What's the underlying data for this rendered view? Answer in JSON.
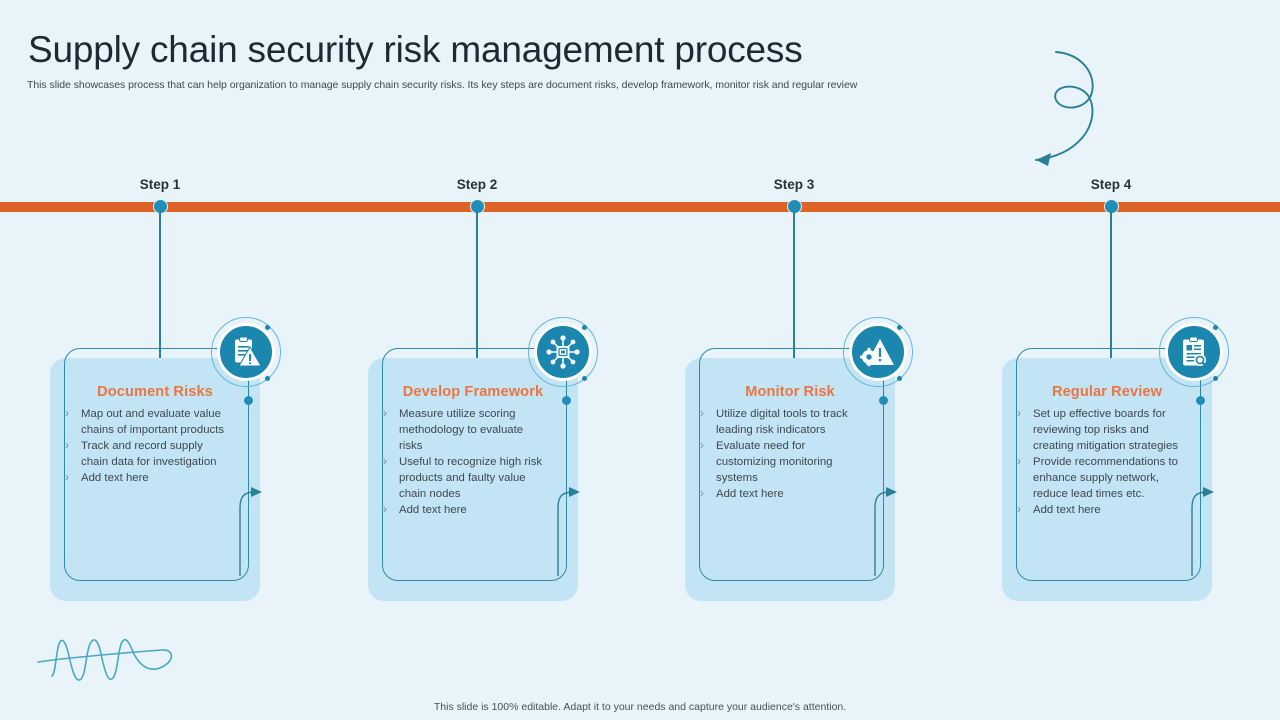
{
  "header": {
    "title": "Supply chain security risk management process",
    "subtitle": "This slide showcases process  that can help organization to manage  supply chain security risks. Its key steps are document risks, develop framework, monitor risk and regular review"
  },
  "footer": {
    "note": "This slide is 100% editable.  Adapt it to your needs and capture your audience's attention."
  },
  "colors": {
    "background": "#e8f4fa",
    "timeline_bar": "#dd6427",
    "accent_orange": "#ea7540",
    "accent_blue": "#1b86ae",
    "node_blue": "#1f8fba",
    "card_border": "#2b8ca8",
    "card_shadow": "#c3e4f5",
    "body_text": "#3c4850",
    "title_text": "#1c2b33"
  },
  "steps": [
    {
      "step_label": "Step 1",
      "title": "Document Risks",
      "icon": "clipboard-warning-icon",
      "bullets": [
        "Map out and evaluate value  chains of important products",
        "Track and record supply chain data for investigation",
        "Add text here"
      ]
    },
    {
      "step_label": "Step 2",
      "title": "Develop Framework",
      "icon": "network-hub-icon",
      "bullets": [
        "Measure utilize scoring methodology to evaluate  risks",
        "Useful to recognize high risk products and faulty value chain nodes",
        "Add text here"
      ]
    },
    {
      "step_label": "Step 3",
      "title": "Monitor Risk",
      "icon": "gear-warning-icon",
      "bullets": [
        "Utilize digital tools to track leading risk indicators",
        "Evaluate  need for customizing monitoring  systems",
        "Add text here"
      ]
    },
    {
      "step_label": "Step 4",
      "title": "Regular Review",
      "icon": "clipboard-search-icon",
      "bullets": [
        "Set up effective  boards for reviewing  top risks and  creating mitigation strategies",
        "Provide recommendations  to enhance  supply network, reduce lead times etc.",
        "Add text here"
      ]
    }
  ],
  "decorations": {
    "arrow": "curly-arrow-icon",
    "squiggle": "zigzag-squiggle-icon"
  }
}
